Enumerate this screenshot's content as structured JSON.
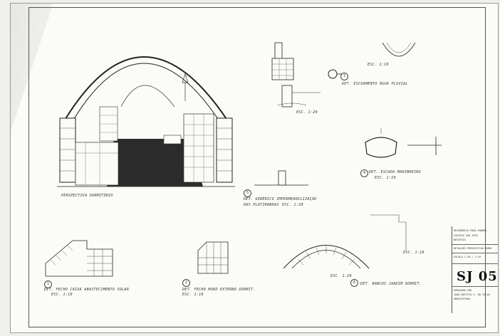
{
  "labels": {
    "perspective": "PERSPECTIVA DORMITÓRIO",
    "det_impermeab": "DET. GENÉRICO IMPERMEABILIZAÇÃO",
    "det_impermeab_2": "DAS PLATIBANDAS",
    "det_impermeab_scale": "ESC. 1:20",
    "det_escoamento": "DET. ESCOAMENTO ÁGUA PLUVIAL",
    "det_escoamento_scale": "ESC. 1:10",
    "esc_1_20_upper": "ESC. 1:20",
    "det_escada": "DET. ESCADA MARINHEIRO",
    "det_escada_scale": "ESC. 1:10",
    "det_fecho_caixa": "DET. FECHO CAIXA ABASTECIMENTO SOLAR",
    "det_fecho_caixa_scale": "ESC. 1:10",
    "det_fecho_muro": "DET. FECHO MURO EXTERNO DORMIT.",
    "det_fecho_muro_scale": "ESC. 1:10",
    "det_bancos": "DET. BANCOS JARDIM DORMIT.",
    "det_bancos_scale": "ESC. 1:20",
    "esc_1_10_right": "ESC. 1:10",
    "num_1": "1",
    "num_2": "2",
    "num_3": "3",
    "num_4": "4",
    "num_5": "5",
    "num_6": "6"
  },
  "title_block": {
    "line1": "RESIDÊNCIA PARA PADRES",
    "line2": "COLÉGIO SÃO JOSÉ",
    "line3": "BATATAIS",
    "line4": "DETALHES PERSPECTIVA DORM.",
    "line5": "ESCALA 1:20 / 1:10",
    "sheet_code": "SJ 05",
    "line6": "APROVADO POR",
    "line7": "JOÃO BATISTA V. DA SILVA",
    "line8": "ARQUITETURA"
  }
}
